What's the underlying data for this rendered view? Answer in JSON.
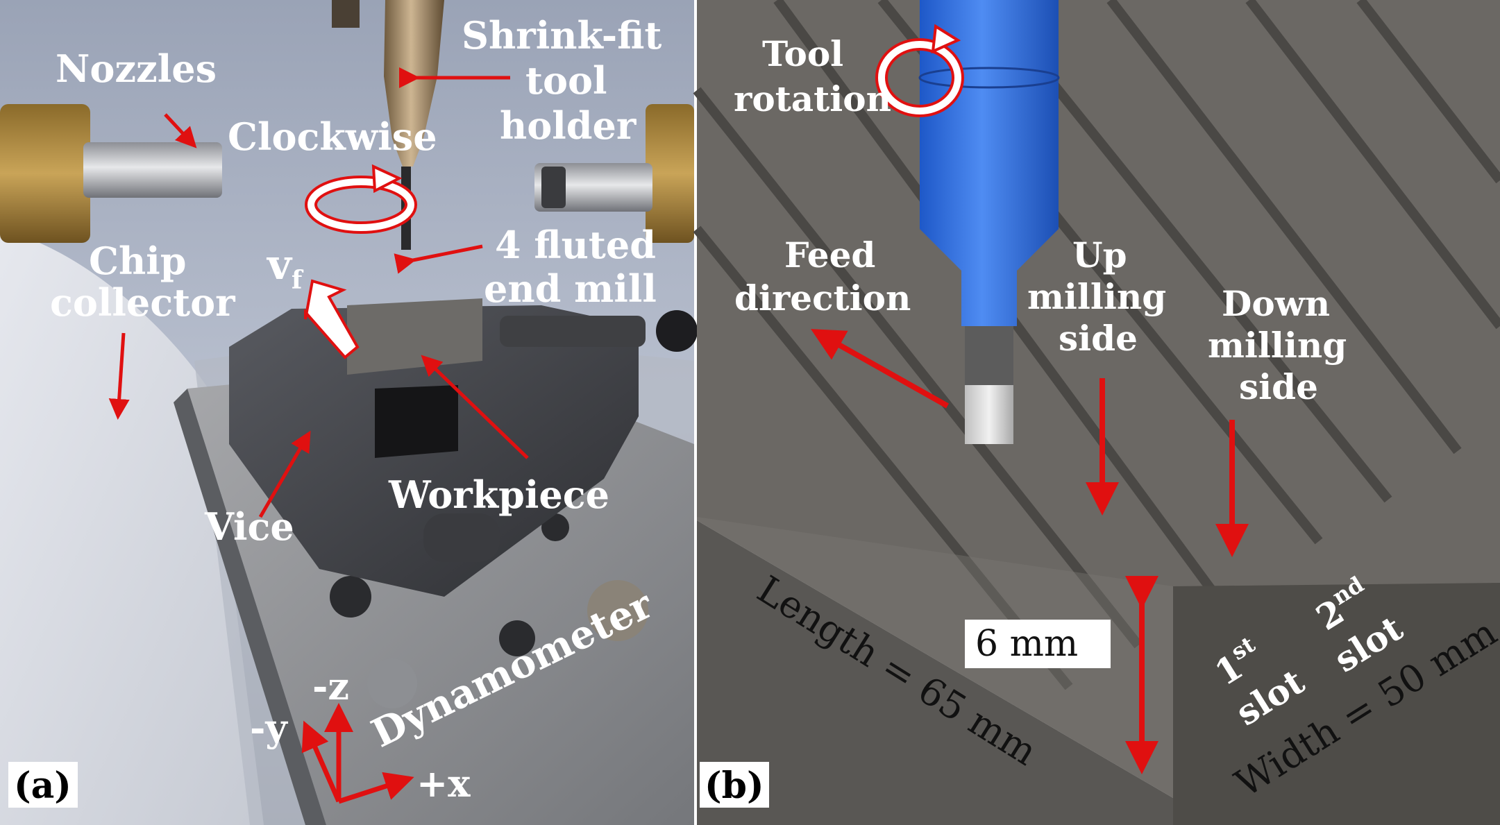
{
  "panel_a": {
    "tag": "(a)",
    "labels": {
      "shrink_fit_line1": "Shrink-fit",
      "shrink_fit_line2": "tool",
      "shrink_fit_line3": "holder",
      "nozzles": "Nozzles",
      "clockwise": "Clockwise",
      "chip_line1": "Chip",
      "chip_line2": "collector",
      "vf_main": "v",
      "vf_sub": "f",
      "endmill_line1": "4 fluted",
      "endmill_line2": "end mill",
      "vice": "Vice",
      "workpiece": "Workpiece",
      "dynamometer": "Dynamometer",
      "axis_z": "-z",
      "axis_y": "-y",
      "axis_x": "+x"
    }
  },
  "panel_b": {
    "tag": "(b)",
    "labels": {
      "tool_rotation_line1": "Tool",
      "tool_rotation_line2": "rotation",
      "feed_line1": "Feed",
      "feed_line2": "direction",
      "up_line1": "Up",
      "up_line2": "milling",
      "up_line3": "side",
      "down_line1": "Down",
      "down_line2": "milling",
      "down_line3": "side",
      "height": "6 mm",
      "length": "Length = 65 mm",
      "width": "Width = 50 mm",
      "slot1_num": "1",
      "slot1_sup": "st",
      "slot1_word": "slot",
      "slot2_num": "2",
      "slot2_sup": "nd",
      "slot2_word": "slot"
    }
  },
  "colors": {
    "arrow_red": "#e01010",
    "tool_blue": "#2f6fe0",
    "steel_dark": "#4e4c48",
    "steel_mid": "#6b6864"
  }
}
